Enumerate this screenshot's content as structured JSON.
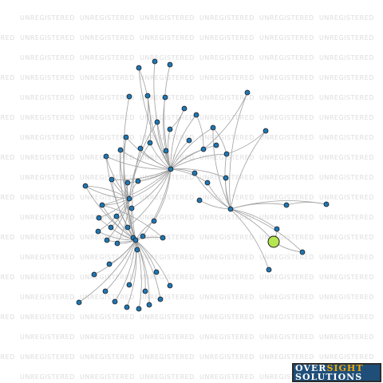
{
  "watermark_text": "UNREGISTERED",
  "logo": {
    "line1_part1": "OVER",
    "line1_part2": "SIGHT",
    "line2": "SOLUTIONS"
  },
  "colors": {
    "background": "#ffffff",
    "edge": "#a0a0a0",
    "node_fill": "#1f77b4",
    "node_stroke": "#1a1a1a",
    "highlight_node_fill": "#b5e550",
    "watermark": "#dcdcdc",
    "logo_background": "#1f4e79",
    "logo_accent": "#f2a900"
  }
}
